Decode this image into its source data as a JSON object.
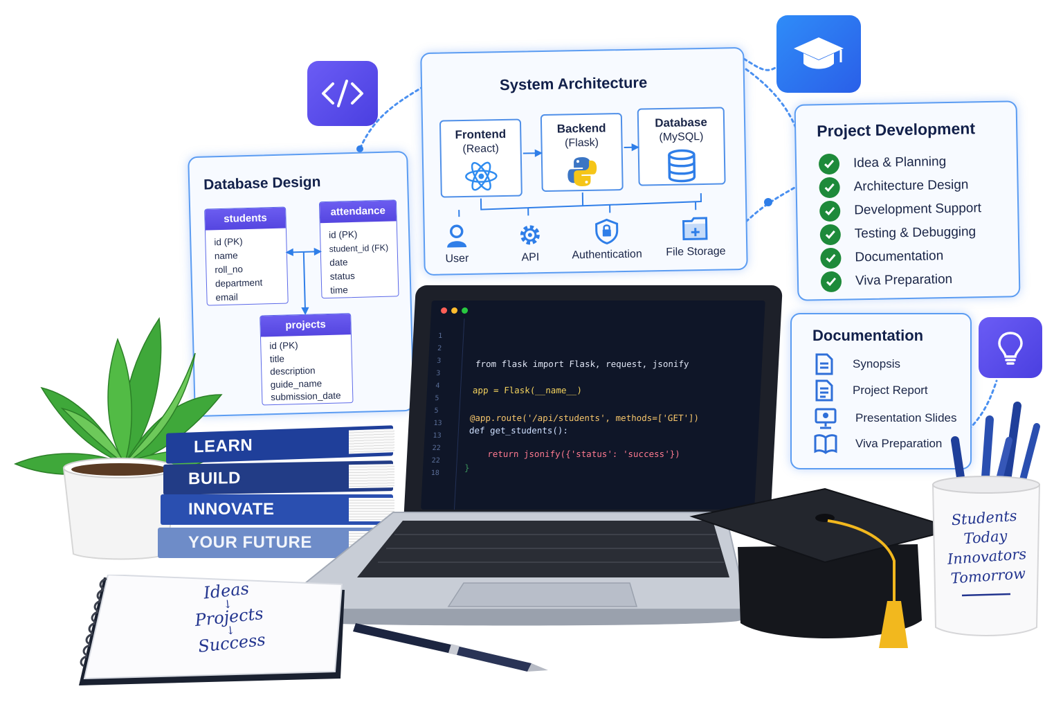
{
  "architecture": {
    "title": "System Architecture",
    "layers": [
      {
        "name": "Frontend",
        "tech": "(React)"
      },
      {
        "name": "Backend",
        "tech": "(Flask)"
      },
      {
        "name": "Database",
        "tech": "(MySQL)"
      }
    ],
    "services": [
      "User",
      "API",
      "Authentication",
      "File Storage"
    ]
  },
  "database_design": {
    "title": "Database Design",
    "tables": [
      {
        "name": "students",
        "fields": [
          "id (PK)",
          "name",
          "roll_no",
          "department",
          "email"
        ]
      },
      {
        "name": "attendance",
        "fields": [
          "id (PK)",
          "student_id (FK)",
          "date",
          "status",
          "time"
        ]
      },
      {
        "name": "projects",
        "fields": [
          "id (PK)",
          "title",
          "description",
          "guide_name",
          "submission_date"
        ]
      }
    ]
  },
  "project_development": {
    "title": "Project Development",
    "items": [
      "Idea & Planning",
      "Architecture Design",
      "Development Support",
      "Testing & Debugging",
      "Documentation",
      "Viva Preparation"
    ]
  },
  "documentation": {
    "title": "Documentation",
    "items": [
      {
        "label": "Synopsis",
        "icon": "document-icon"
      },
      {
        "label": "Project Report",
        "icon": "report-icon"
      },
      {
        "label": "Presentation Slides",
        "icon": "presentation-icon"
      },
      {
        "label": "Viva Preparation",
        "icon": "book-icon"
      }
    ]
  },
  "code_editor": {
    "line_numbers": [
      "1",
      "2",
      "3",
      "3",
      "4",
      "5",
      "5",
      "13",
      "13",
      "22",
      "22",
      "18"
    ],
    "lines": [
      "from flask import Flask, request, jsonify",
      "app = Flask(__name__)",
      "@app.route('/api/students', methods=['GET'])",
      "def get_students():",
      "    return jsonify({'status': 'success'})",
      "}"
    ]
  },
  "books": [
    "LEARN",
    "BUILD",
    "INNOVATE",
    "YOUR FUTURE"
  ],
  "notebook": [
    "Ideas",
    "↓",
    "Projects",
    "↓",
    "Success"
  ],
  "mug": [
    "Students",
    "Today",
    "Innovators",
    "Tomorrow"
  ],
  "colors": {
    "panel_border": "#5b9cf2",
    "accent_purple": "#5b4ff0",
    "check_green": "#1e8a3a",
    "book_blue": "#1f3f9a"
  },
  "tiles": [
    "code-icon",
    "graduation-cap-icon",
    "lightbulb-icon"
  ]
}
